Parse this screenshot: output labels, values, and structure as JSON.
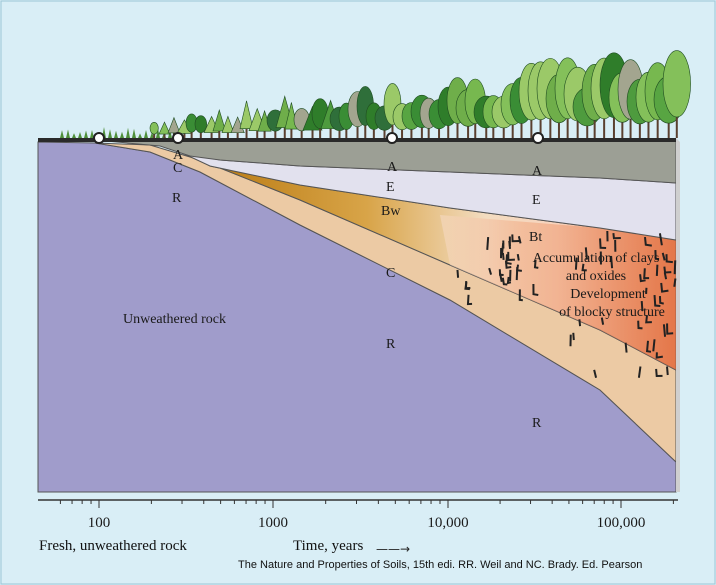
{
  "horizons": {
    "a1": "A",
    "c1": "C",
    "r1": "R",
    "a2": "A",
    "e2": "E",
    "bw": "Bw",
    "c2": "C",
    "r2": "R",
    "a3": "A",
    "e3": "E",
    "bt": "Bt",
    "r3": "R"
  },
  "unweathered_label": "Unweathered rock",
  "annotation_lines": [
    "Accumulation of clays",
    "and oxides",
    "Development",
    "of blocky structure"
  ],
  "axis": {
    "ticks": [
      "100",
      "1000",
      "10,000",
      "100,000"
    ],
    "left_label": "Fresh, unweathered rock",
    "title": "Time, years",
    "arrow": "——→"
  },
  "caption": "The Nature and Properties of Soils, 15th edi. RR. Weil and NC. Brady.  Ed. Pearson"
}
